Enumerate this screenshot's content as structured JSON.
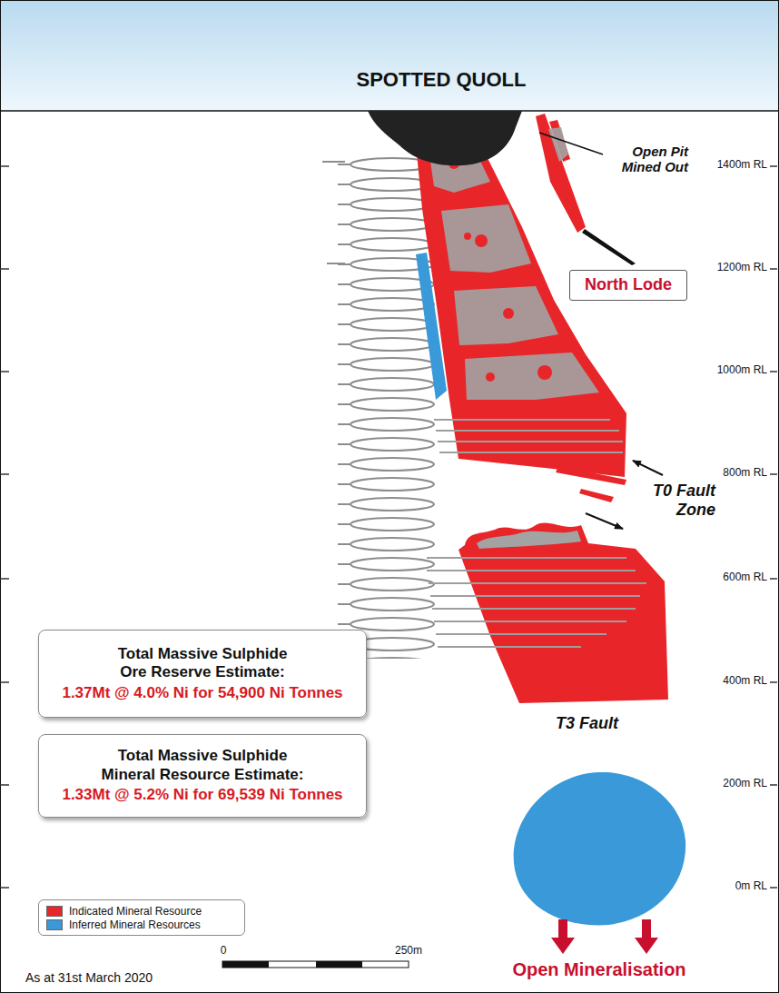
{
  "diagram": {
    "title": "SPOTTED QUOLL",
    "nodes": [
      {
        "text": [
          "North Lode"
        ]
      },
      {
        "text": [
          "Total Massive Sulphide Ore Reserve Estimate:",
          "1.37Mt @ 4.0% Ni for 54,900 Ni Tonnes"
        ]
      },
      {
        "text": [
          "Total Massive Sulphide Mineral Resource Estimate:",
          "1.33Mt @ 5.2% Ni for 69,539 Ni Tonnes"
        ]
      }
    ],
    "labels": [
      "Open Pit Mined Out",
      "1400m RL",
      "1200m RL",
      "1000m RL",
      "800m RL",
      "T0 Fault Zone",
      "600m RL",
      "400m RL",
      "T3 Fault",
      "200m RL",
      "0m RL",
      "0",
      "250m",
      "As at 31st March 2020",
      "Open Mineralisation"
    ],
    "legend": [
      {
        "text": "Indicated Mineral Resource",
        "color": "#e8262a"
      },
      {
        "text": "Inferred Mineral Resources",
        "color": "#3a9ad9"
      }
    ]
  }
}
